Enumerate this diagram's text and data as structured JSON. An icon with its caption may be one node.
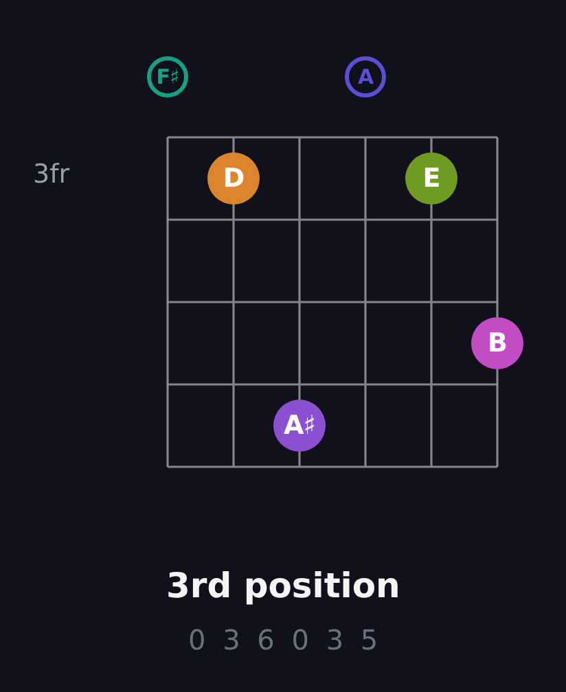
{
  "diagram": {
    "title": "3rd position",
    "nodes": [
      {
        "text": [
          "F♯"
        ]
      },
      {
        "text": [
          "A"
        ]
      },
      {
        "text": [
          "D"
        ]
      },
      {
        "text": [
          "E"
        ]
      },
      {
        "text": [
          "B"
        ]
      },
      {
        "text": [
          "A♯"
        ]
      }
    ],
    "labels": [
      "3fr",
      "0 3 6 0 3 5"
    ]
  }
}
